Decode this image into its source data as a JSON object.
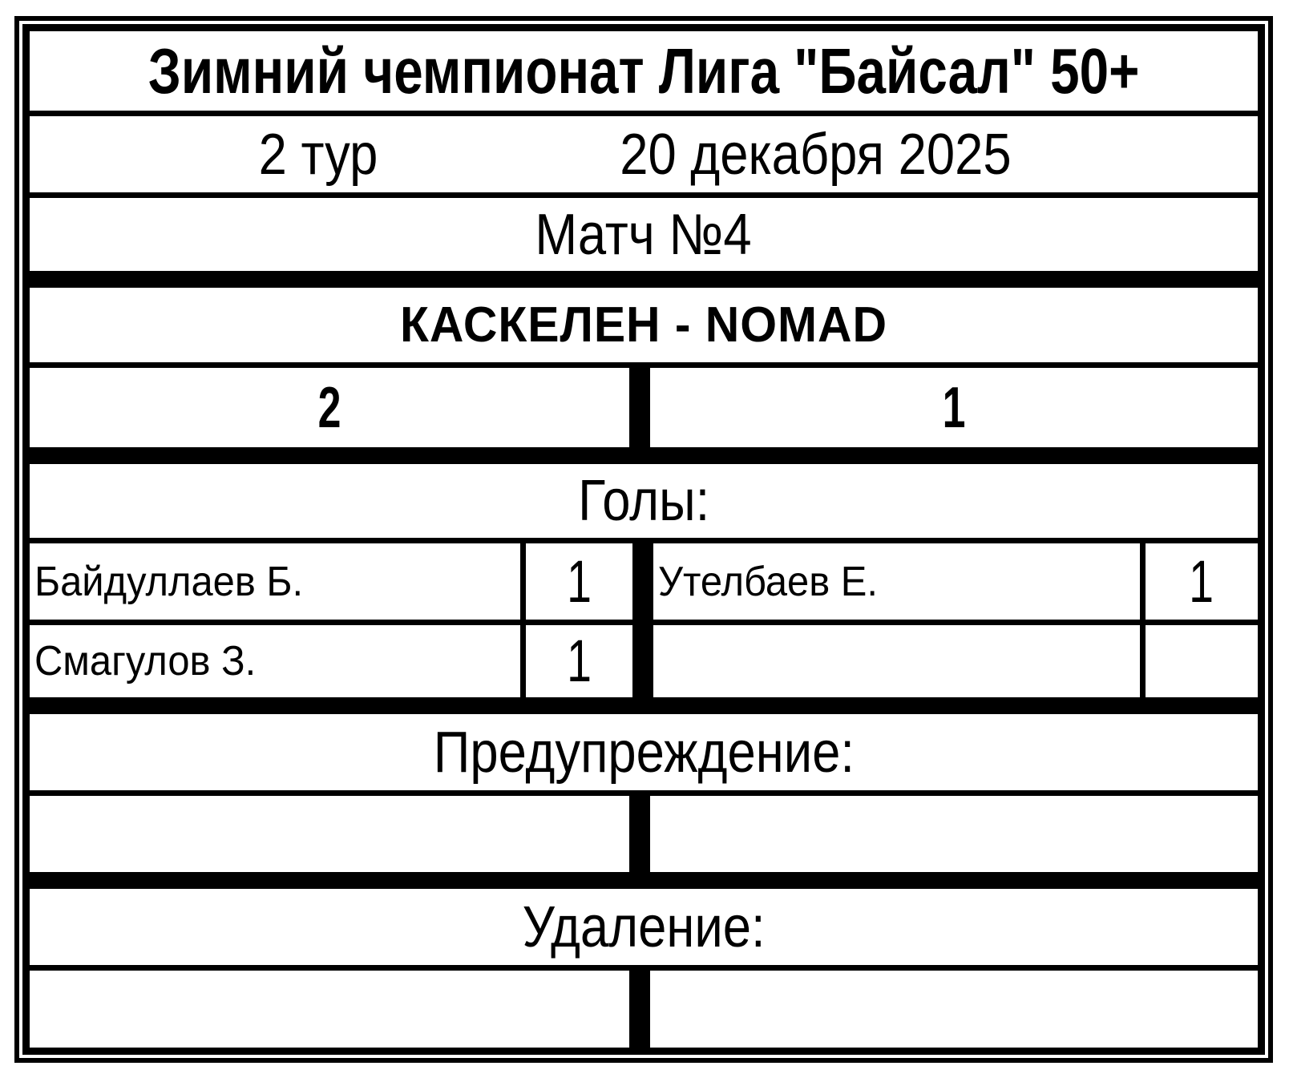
{
  "header": {
    "title": "Зимний чемпионат Лига \"Байсал\" 50+",
    "round": "2 тур",
    "date": "20 декабря 2025",
    "match_label": "Матч №4"
  },
  "scoreboard": {
    "teams": "КАСКЕЛЕН - NOMAD",
    "home_score": "2",
    "away_score": "1"
  },
  "goals": {
    "title": "Голы:",
    "rows": [
      {
        "home_player": "Байдуллаев Б.",
        "home_count": "1",
        "away_player": "Утелбаев Е.",
        "away_count": "1"
      },
      {
        "home_player": "Смагулов З.",
        "home_count": "1",
        "away_player": "",
        "away_count": ""
      }
    ]
  },
  "warnings": {
    "title": "Предупреждение:",
    "home": "",
    "away": ""
  },
  "ejections": {
    "title": "Удаление:",
    "home": "",
    "away": ""
  },
  "colors": {
    "ink": "#000000",
    "paper": "#ffffff"
  }
}
